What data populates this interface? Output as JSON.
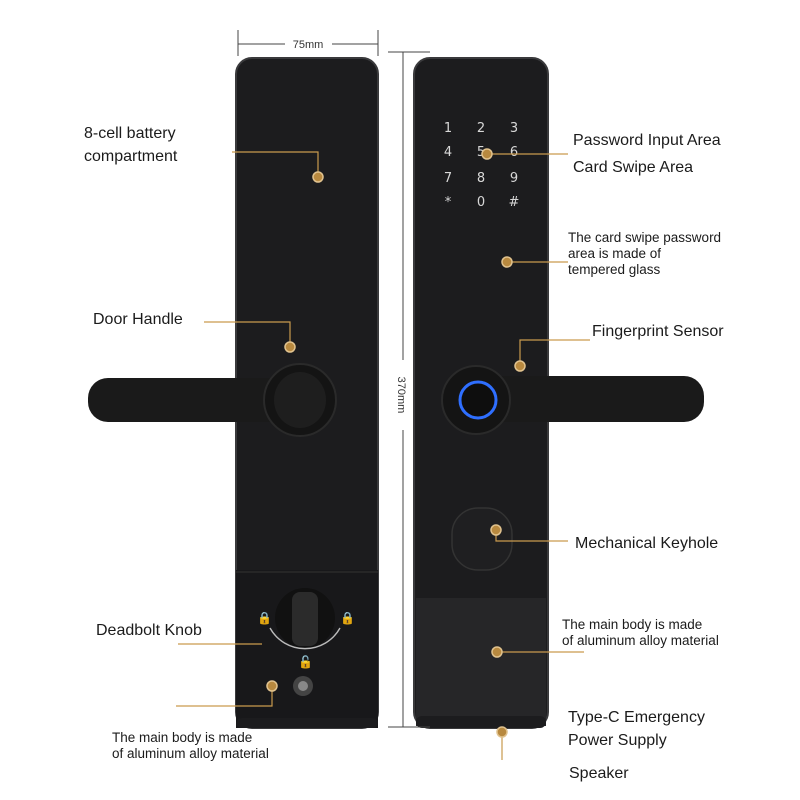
{
  "dimensions": {
    "width": "75mm",
    "height": "370mm"
  },
  "keypad": [
    "1",
    "2",
    "3",
    "4",
    "5",
    "6",
    "7",
    "8",
    "9",
    "*",
    "0",
    "#"
  ],
  "labels": {
    "battery": [
      "8-cell battery",
      "compartment"
    ],
    "door_handle": "Door Handle",
    "deadbolt": "Deadbolt Knob",
    "body_left": [
      "The main body is made",
      "of aluminum alloy material"
    ],
    "password": "Password Input Area",
    "card": "Card Swipe Area",
    "glass": [
      "The card swipe password",
      "area is made of",
      "tempered glass"
    ],
    "fingerprint": "Fingerprint Sensor",
    "keyhole": "Mechanical Keyhole",
    "body_right": [
      "The main body is made",
      "of aluminum alloy material"
    ],
    "typec": [
      "Type-C Emergency",
      "Power Supply"
    ],
    "speaker": "Speaker"
  },
  "colors": {
    "body": "#1c1c1e",
    "body_edge": "#3a3a3c",
    "callout": "#c99a4e",
    "dot": "#b8893f",
    "fingerprint_ring": "#2f6fff"
  }
}
